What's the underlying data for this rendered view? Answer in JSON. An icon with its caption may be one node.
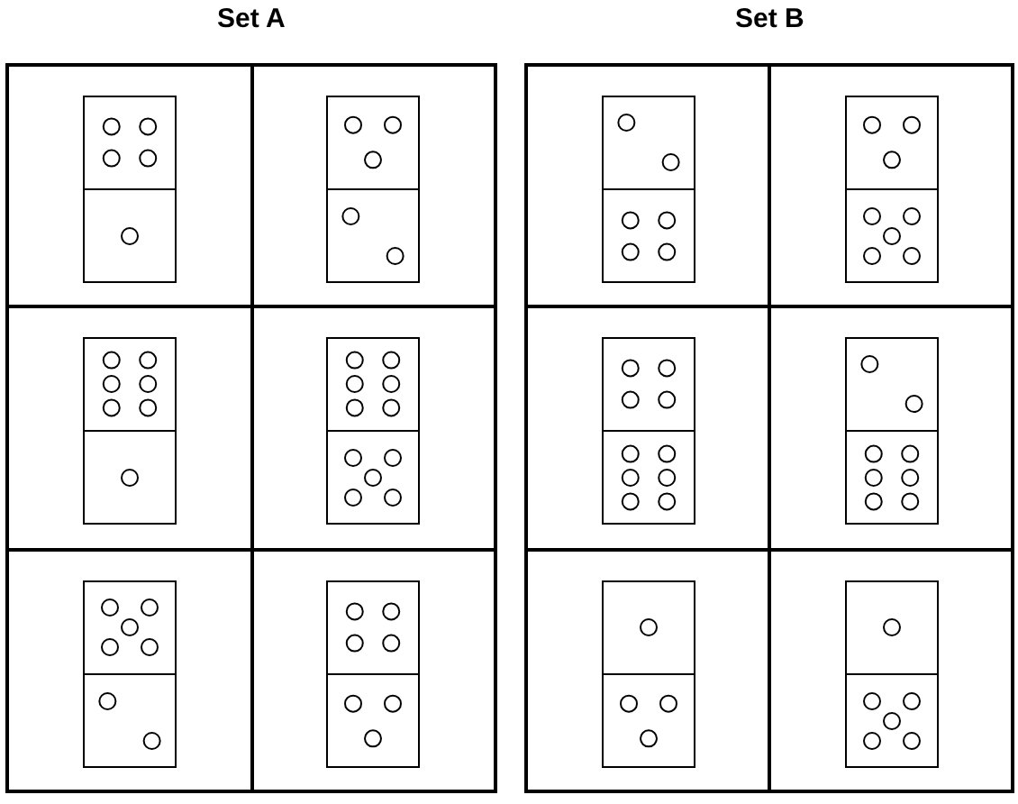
{
  "diagram": {
    "nodes": [
      {
        "text": [],
        "shape": "box"
      },
      {
        "text": [],
        "shape": "box"
      },
      {
        "text": [],
        "shape": "box",
        "in": 0
      },
      {
        "text": [],
        "shape": "box",
        "in": 0
      },
      {
        "text": [],
        "shape": "box",
        "in": 0
      },
      {
        "text": [],
        "shape": "box",
        "in": 0
      },
      {
        "text": [],
        "shape": "box",
        "in": 0
      },
      {
        "text": [],
        "shape": "box",
        "in": 0
      },
      {
        "text": [],
        "shape": "box",
        "in": 1
      },
      {
        "text": [],
        "shape": "box",
        "in": 1
      },
      {
        "text": [],
        "shape": "box",
        "in": 1
      },
      {
        "text": [],
        "shape": "box",
        "in": 1
      },
      {
        "text": [],
        "shape": "box",
        "in": 1
      },
      {
        "text": [],
        "shape": "box",
        "in": 1
      }
    ],
    "labels": [
      "Set A",
      "Set B"
    ]
  }
}
